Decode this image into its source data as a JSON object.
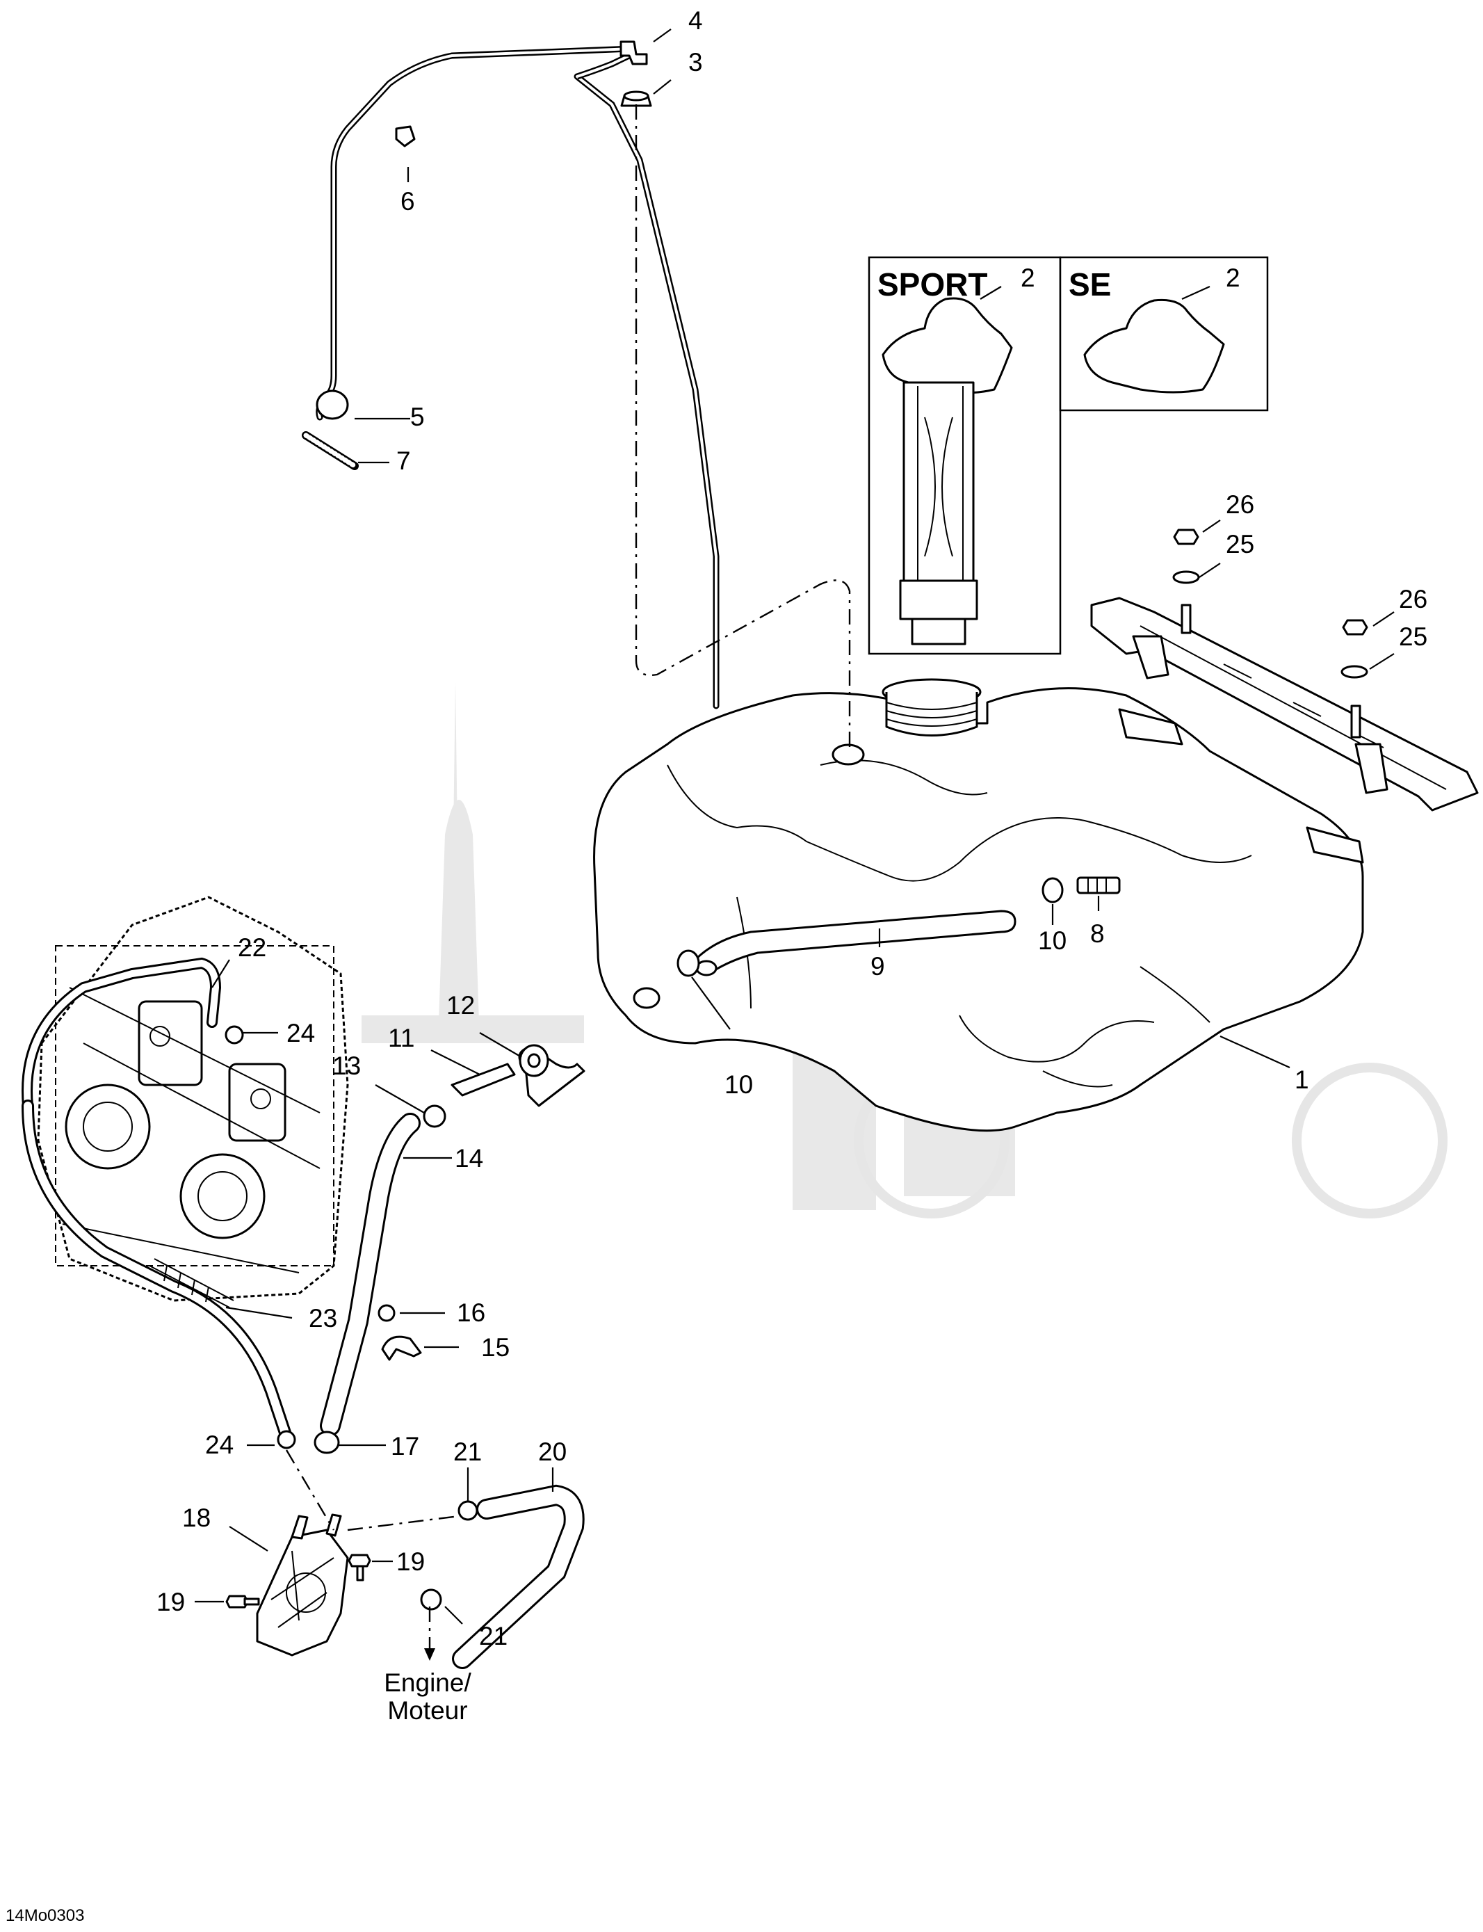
{
  "diagram": {
    "callouts": [
      {
        "id": "c1",
        "label": "1"
      },
      {
        "id": "c2-sport",
        "label": "2"
      },
      {
        "id": "c2-se",
        "label": "2"
      },
      {
        "id": "c3",
        "label": "3"
      },
      {
        "id": "c4",
        "label": "4"
      },
      {
        "id": "c5",
        "label": "5"
      },
      {
        "id": "c6",
        "label": "6"
      },
      {
        "id": "c7",
        "label": "7"
      },
      {
        "id": "c8",
        "label": "8"
      },
      {
        "id": "c9",
        "label": "9"
      },
      {
        "id": "c10a",
        "label": "10"
      },
      {
        "id": "c10b",
        "label": "10"
      },
      {
        "id": "c11",
        "label": "11"
      },
      {
        "id": "c12",
        "label": "12"
      },
      {
        "id": "c13",
        "label": "13"
      },
      {
        "id": "c14",
        "label": "14"
      },
      {
        "id": "c15",
        "label": "15"
      },
      {
        "id": "c16",
        "label": "16"
      },
      {
        "id": "c17",
        "label": "17"
      },
      {
        "id": "c18",
        "label": "18"
      },
      {
        "id": "c19a",
        "label": "19"
      },
      {
        "id": "c19b",
        "label": "19"
      },
      {
        "id": "c20",
        "label": "20"
      },
      {
        "id": "c21a",
        "label": "21"
      },
      {
        "id": "c21b",
        "label": "21"
      },
      {
        "id": "c22",
        "label": "22"
      },
      {
        "id": "c23",
        "label": "23"
      },
      {
        "id": "c24a",
        "label": "24"
      },
      {
        "id": "c24b",
        "label": "24"
      },
      {
        "id": "c25a",
        "label": "25"
      },
      {
        "id": "c25b",
        "label": "25"
      },
      {
        "id": "c26a",
        "label": "26"
      },
      {
        "id": "c26b",
        "label": "26"
      }
    ],
    "variant_boxes": {
      "sport": "SPORT",
      "se": "SE"
    },
    "engine_note": {
      "line1": "Engine/",
      "line2": "Moteur"
    },
    "figure_code": "14Mo0303"
  }
}
